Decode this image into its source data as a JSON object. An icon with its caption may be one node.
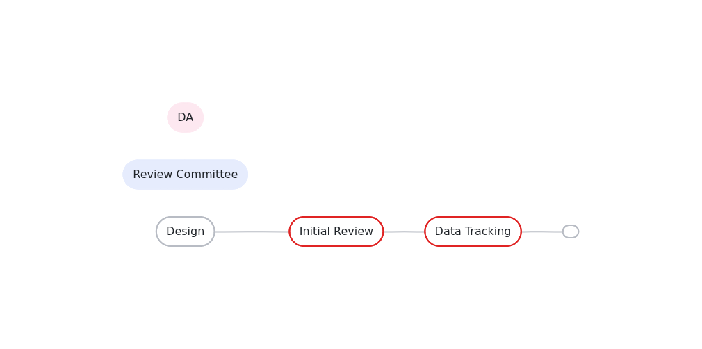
{
  "diagram": {
    "nodes": [
      {
        "text": [
          "DA"
        ]
      },
      {
        "text": [
          "Review Committee"
        ]
      },
      {
        "text": [
          "Design"
        ]
      },
      {
        "text": [
          "Initial Review"
        ]
      },
      {
        "text": [
          "Data Tracking"
        ]
      },
      {
        "text": [],
        "shape": "box"
      }
    ],
    "edges": [
      {
        "from": 2,
        "to": 3,
        "arrow": "none"
      },
      {
        "from": 3,
        "to": 4,
        "arrow": "none"
      },
      {
        "from": 4,
        "to": 5,
        "arrow": "none"
      }
    ]
  }
}
